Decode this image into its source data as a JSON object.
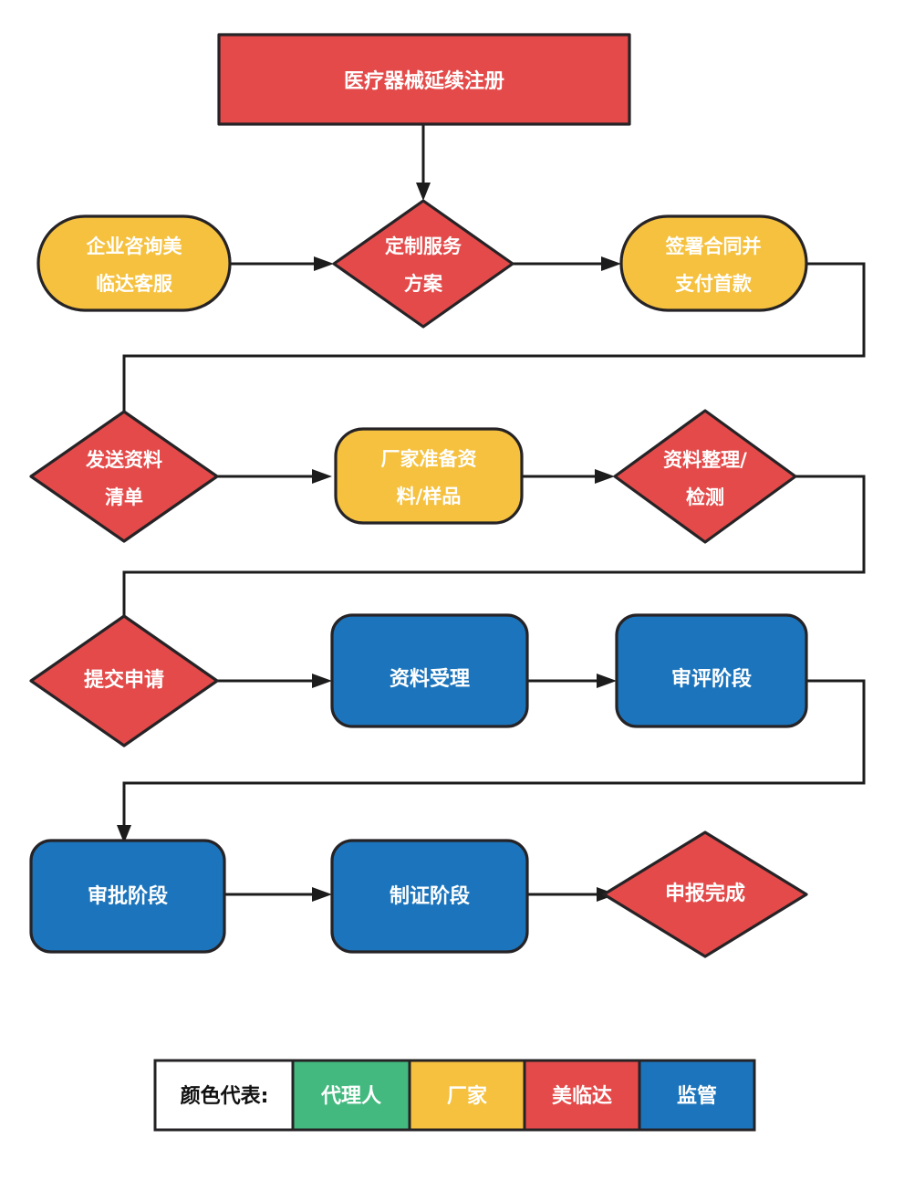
{
  "chart_data": {
    "type": "diagram",
    "title": "医疗器械延续注册",
    "diagram_kind": "flowchart",
    "colors": {
      "red": "#E44A4A",
      "orange": "#F5C13E",
      "blue": "#1C75BC",
      "green": "#43B97F",
      "outline": "#262326",
      "connector": "#1c1c1c",
      "text_light": "#ffffff",
      "text_dark": "#111111",
      "background": "#ffffff"
    },
    "nodes": [
      {
        "id": "n0",
        "label": "医疗器械延续注册",
        "shape": "rect",
        "color": "red",
        "owner": "美临达"
      },
      {
        "id": "n1",
        "label": "企业咨询美\n临达客服",
        "shape": "stadium",
        "color": "orange",
        "owner": "厂家"
      },
      {
        "id": "n2",
        "label": "定制服务\n方案",
        "shape": "diamond",
        "color": "red",
        "owner": "美临达"
      },
      {
        "id": "n3",
        "label": "签署合同并\n支付首款",
        "shape": "stadium",
        "color": "orange",
        "owner": "厂家"
      },
      {
        "id": "n4",
        "label": "发送资料\n清单",
        "shape": "diamond",
        "color": "red",
        "owner": "美临达"
      },
      {
        "id": "n5",
        "label": "厂家准备资\n料/样品",
        "shape": "stadium",
        "color": "orange",
        "owner": "厂家"
      },
      {
        "id": "n6",
        "label": "资料整理/\n检测",
        "shape": "diamond",
        "color": "red",
        "owner": "美临达"
      },
      {
        "id": "n7",
        "label": "提交申请",
        "shape": "diamond",
        "color": "red",
        "owner": "美临达"
      },
      {
        "id": "n8",
        "label": "资料受理",
        "shape": "rounded",
        "color": "blue",
        "owner": "监管"
      },
      {
        "id": "n9",
        "label": "审评阶段",
        "shape": "rounded",
        "color": "blue",
        "owner": "监管"
      },
      {
        "id": "n10",
        "label": "审批阶段",
        "shape": "rounded",
        "color": "blue",
        "owner": "监管"
      },
      {
        "id": "n11",
        "label": "制证阶段",
        "shape": "rounded",
        "color": "blue",
        "owner": "监管"
      },
      {
        "id": "n12",
        "label": "申报完成",
        "shape": "diamond",
        "color": "red",
        "owner": "美临达"
      }
    ],
    "edges": [
      {
        "from": "n0",
        "to": "n2"
      },
      {
        "from": "n1",
        "to": "n2"
      },
      {
        "from": "n2",
        "to": "n3"
      },
      {
        "from": "n3",
        "to": "n4"
      },
      {
        "from": "n4",
        "to": "n5"
      },
      {
        "from": "n5",
        "to": "n6"
      },
      {
        "from": "n6",
        "to": "n7"
      },
      {
        "from": "n7",
        "to": "n8"
      },
      {
        "from": "n8",
        "to": "n9"
      },
      {
        "from": "n9",
        "to": "n10"
      },
      {
        "from": "n10",
        "to": "n11"
      },
      {
        "from": "n11",
        "to": "n12"
      }
    ]
  },
  "nodes": {
    "title": {
      "line1": "医疗器械延续注册"
    },
    "n1": {
      "line1": "企业咨询美",
      "line2": "临达客服"
    },
    "n2": {
      "line1": "定制服务",
      "line2": "方案"
    },
    "n3": {
      "line1": "签署合同并",
      "line2": "支付首款"
    },
    "n4": {
      "line1": "发送资料",
      "line2": "清单"
    },
    "n5": {
      "line1": "厂家准备资",
      "line2": "料/样品"
    },
    "n6": {
      "line1": "资料整理/",
      "line2": "检测"
    },
    "n7": {
      "line1": "提交申请"
    },
    "n8": {
      "line1": "资料受理"
    },
    "n9": {
      "line1": "审评阶段"
    },
    "n10": {
      "line1": "审批阶段"
    },
    "n11": {
      "line1": "制证阶段"
    },
    "n12": {
      "line1": "申报完成"
    }
  },
  "legend": {
    "caption": "颜色代表:",
    "items": [
      {
        "label": "代理人",
        "color": "#43B97F"
      },
      {
        "label": "厂家",
        "color": "#F5C13E"
      },
      {
        "label": "美临达",
        "color": "#E44A4A"
      },
      {
        "label": "监管",
        "color": "#1C75BC"
      }
    ]
  }
}
